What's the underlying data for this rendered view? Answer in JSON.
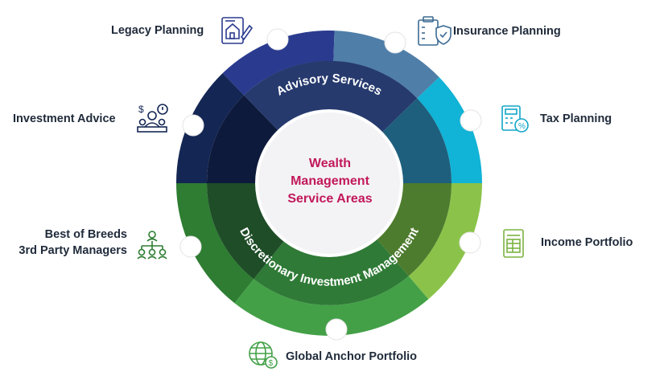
{
  "center": {
    "line1": "Wealth",
    "line2": "Management",
    "line3": "Service Areas"
  },
  "groups": {
    "advisory": "Advisory Services",
    "discretionary": "Discretionary Investment Management"
  },
  "services": {
    "legacy": "Legacy Planning",
    "insurance": "Insurance Planning",
    "investment_advice": "Investment Advice",
    "tax": "Tax Planning",
    "best_of_breeds_line1": "Best of Breeds",
    "best_of_breeds_line2": "3rd Party Managers",
    "income": "Income Portfolio",
    "global_anchor": "Global Anchor Portfolio"
  },
  "colors": {
    "center_text": "#c2185b",
    "advisory_navy": "#2a3b8f",
    "advisory_dark": "#142654",
    "advisory_slate": "#4f7ea8",
    "advisory_cyan": "#11b3d6",
    "discretionary_lime": "#8bc34a",
    "discretionary_green": "#43a047",
    "discretionary_dark": "#2e7d32"
  },
  "icons": {
    "legacy": "house-document-icon",
    "insurance": "clipboard-shield-icon",
    "investment_advice": "advisor-meeting-icon",
    "tax": "tax-calculator-icon",
    "best_of_breeds": "manager-network-icon",
    "income": "ledger-document-icon",
    "global_anchor": "globe-dollar-icon"
  }
}
